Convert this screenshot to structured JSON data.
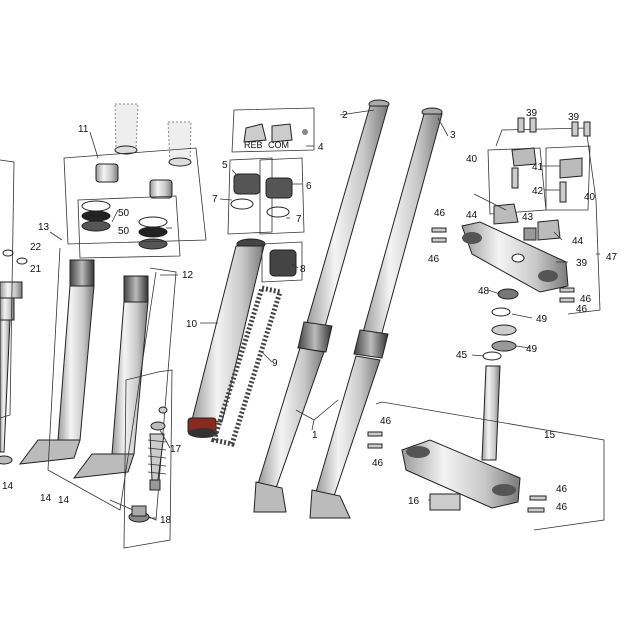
{
  "labels": {
    "p1": "1",
    "p2": "2",
    "p3": "3",
    "p4": "4",
    "p5": "5",
    "p6": "6",
    "p7a": "7",
    "p7b": "7",
    "p8": "8",
    "p9": "9",
    "p10": "10",
    "p11": "11",
    "p12": "12",
    "p13": "13",
    "p14a": "14",
    "p14b": "14",
    "p14c": "14",
    "p15": "15",
    "p16": "16",
    "p17": "17",
    "p18": "18",
    "p21": "21",
    "p22": "22",
    "p39a": "39",
    "p39b": "39",
    "p39c": "39",
    "p40a": "40",
    "p40b": "40",
    "p41": "41",
    "p42": "42",
    "p43": "43",
    "p44a": "44",
    "p44b": "44",
    "p45": "45",
    "p46a": "46",
    "p46b": "46",
    "p46c": "46",
    "p46d": "46",
    "p46e": "46",
    "p46f": "46",
    "p46g": "46",
    "p46h": "46",
    "p47": "47",
    "p48": "48",
    "p49a": "49",
    "p49b": "49",
    "p50a": "50",
    "p50b": "50"
  },
  "adjuster_labels": {
    "reb": "REB",
    "com": "COM"
  }
}
